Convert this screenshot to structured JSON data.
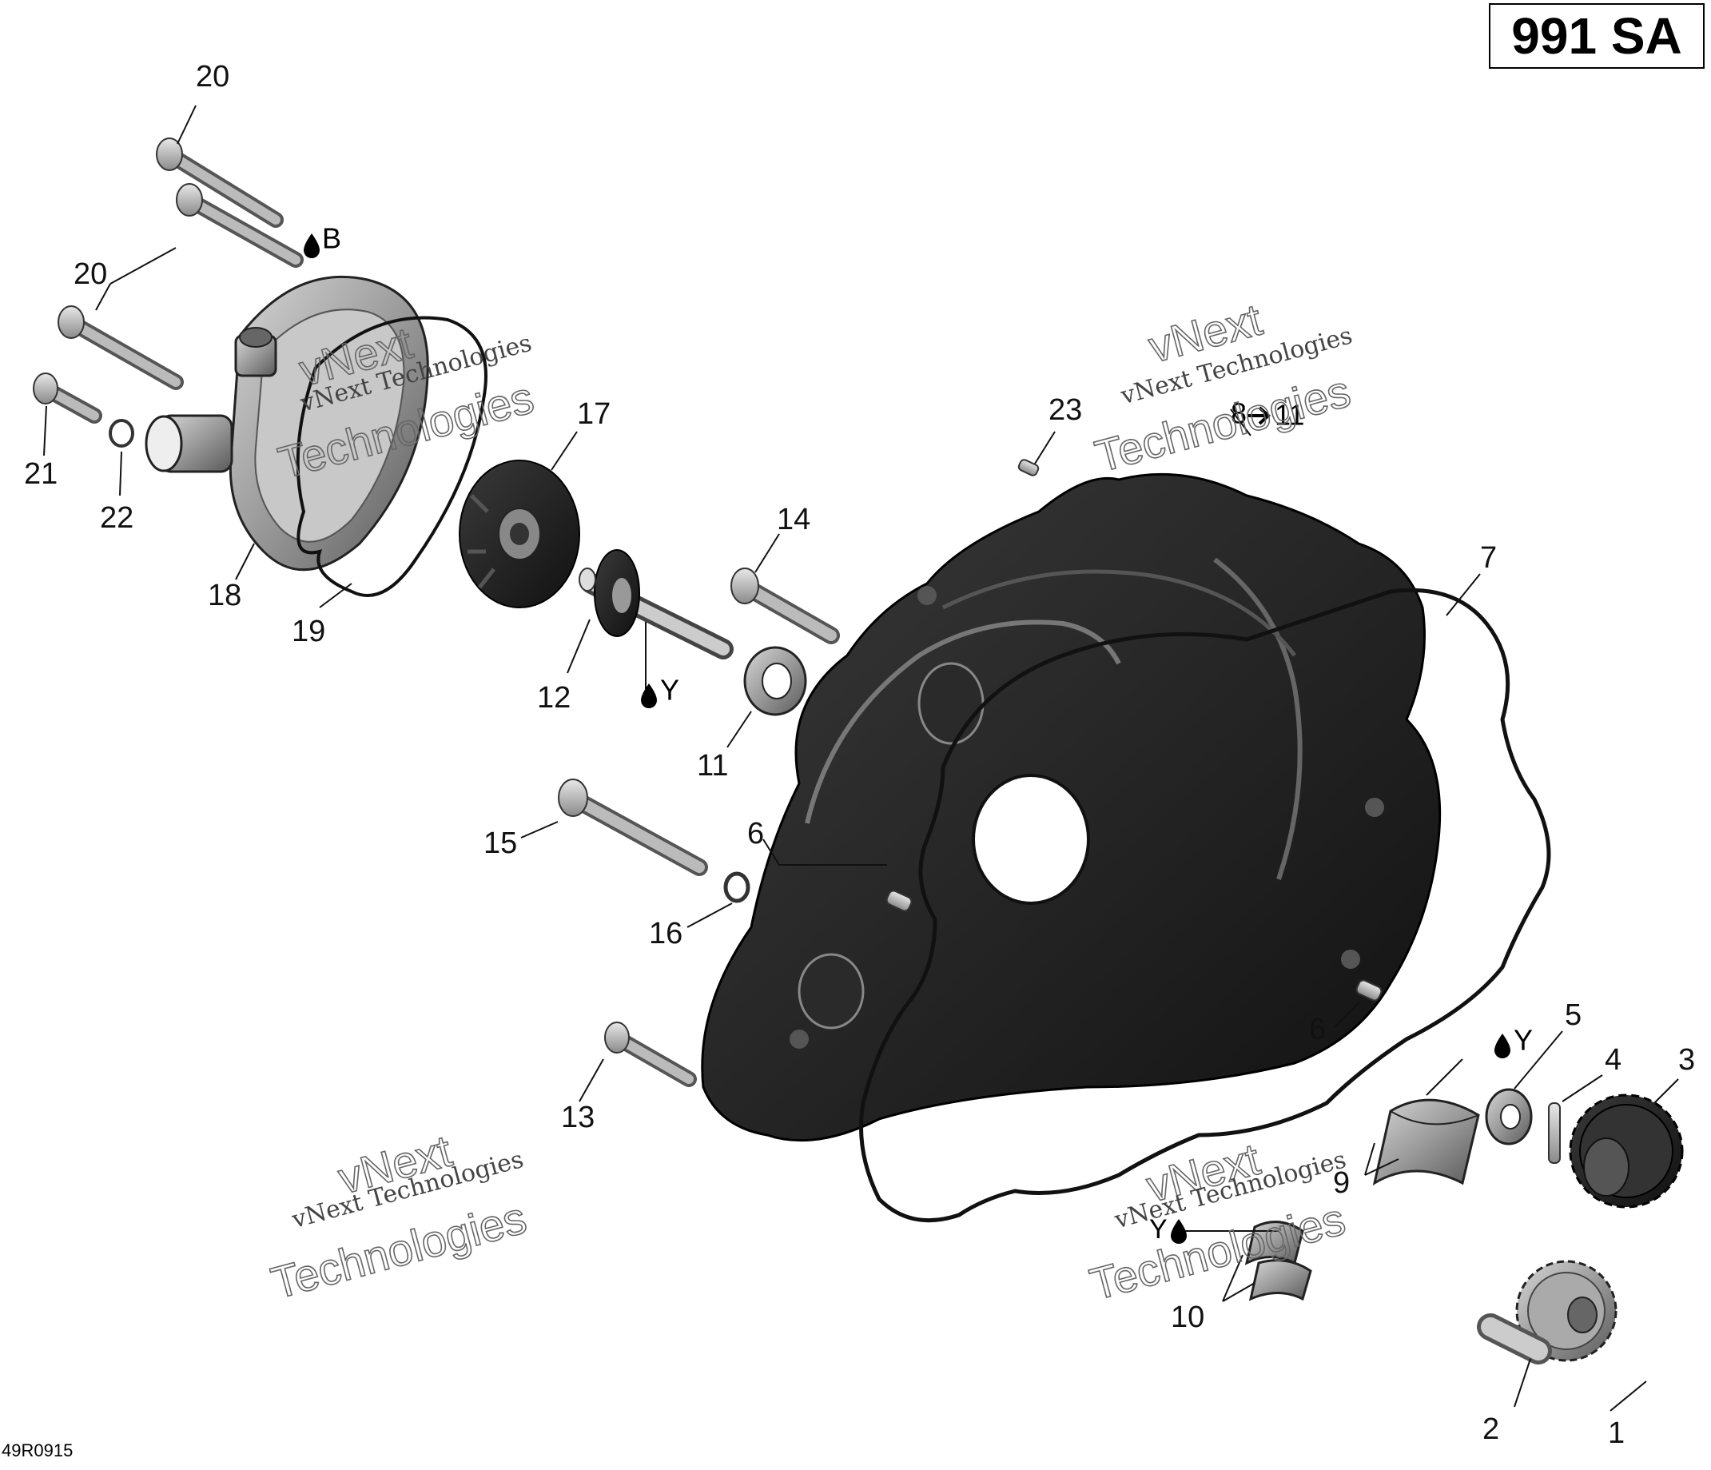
{
  "model_code": "991 SA",
  "drawing_code": "49R0915",
  "watermark": {
    "line1": "vNext Technologies",
    "line2": "vNext",
    "line3": "Technologies"
  },
  "symbols": {
    "b_lube": "B",
    "y_lube": "Y",
    "y_lube_right": "Y",
    "y_lube_left": "Y",
    "torque": "8",
    "torque_target": "11"
  },
  "callouts": {
    "c1": "1",
    "c2": "2",
    "c3": "3",
    "c4": "4",
    "c5": "5",
    "c6a": "6",
    "c6b": "6",
    "c7": "7",
    "c9": "9",
    "c10": "10",
    "c11": "11",
    "c12": "12",
    "c13": "13",
    "c14": "14",
    "c15": "15",
    "c16": "16",
    "c17": "17",
    "c18": "18",
    "c19": "19",
    "c20a": "20",
    "c20b": "20",
    "c21": "21",
    "c22": "22",
    "c23": "23"
  }
}
